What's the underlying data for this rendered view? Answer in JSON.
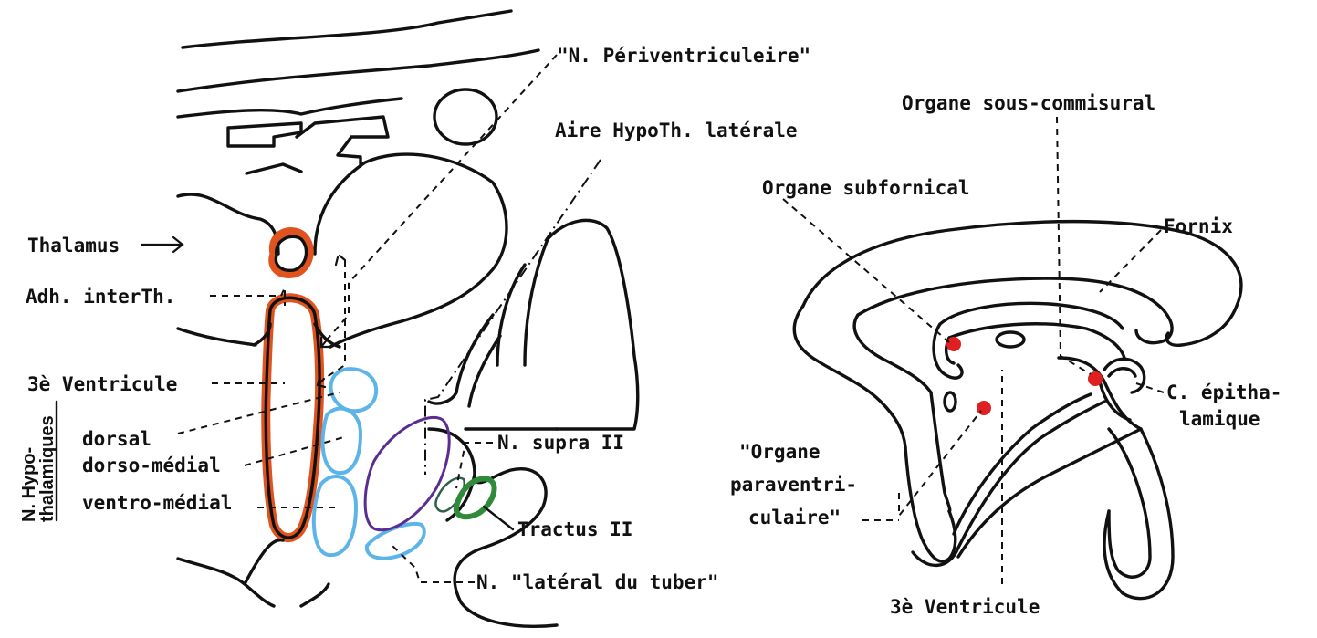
{
  "colors": {
    "ink": "#111111",
    "periventricular": "#e0531f",
    "nuclei_blue": "#5db4e8",
    "lateral_area_purple": "#5a2d91",
    "tract_green": "#2f8a3a",
    "organ_red": "#e02020"
  },
  "left_figure": {
    "labels": {
      "periventricular": "\"N. Périventriculeire\"",
      "lateral_area": "Aire HypoTh. latérale",
      "thalamus": "Thalamus",
      "adhesion": "Adh. interTh.",
      "third_ventricle": "3è Ventricule",
      "dorsal": "dorsal",
      "dorsomedial": "dorso-médial",
      "ventromedial": "ventro-médial",
      "supra": "N. supra II",
      "tractus": "Tractus II",
      "lateral_tuber": "N. \"latéral du tuber\""
    },
    "side_heading_line1": "N. Hypo-",
    "side_heading_line2": "thalamiques"
  },
  "right_figure": {
    "labels": {
      "subcommissural": "Organe sous-commisural",
      "subfornical": "Organe subfornical",
      "fornix": "Fornix",
      "epithalamic_1": "C. épitha-",
      "epithalamic_2": "lamique",
      "paraventricular_1": "\"Organe",
      "paraventricular_2": "paraventri-",
      "paraventricular_3": "culaire\"",
      "third_ventricle": "3è  Ventricule"
    }
  }
}
